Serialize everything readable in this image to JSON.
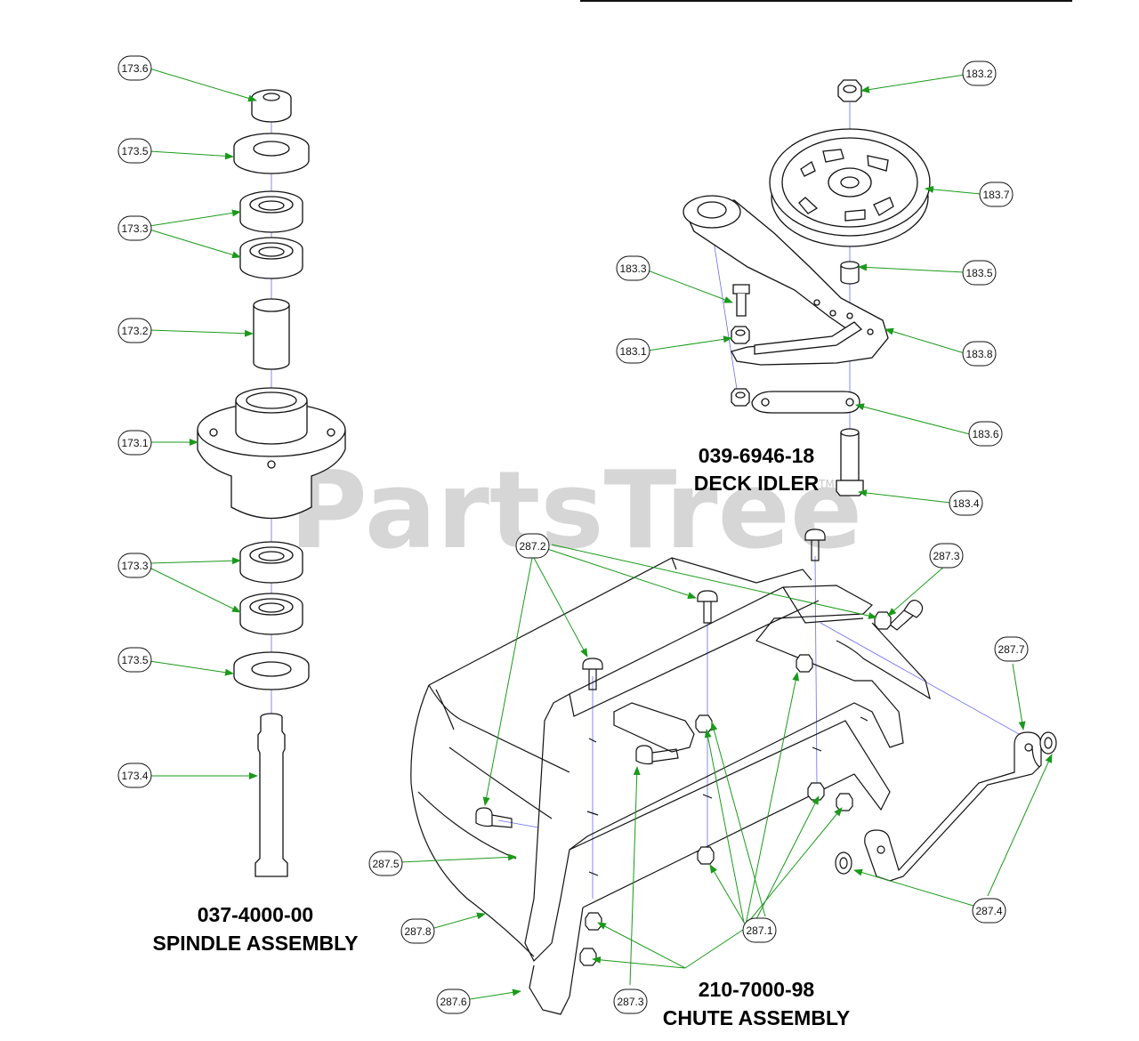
{
  "watermark": {
    "text": "PartsTree",
    "tm": "TM"
  },
  "assemblies": {
    "spindle": {
      "part_number": "037-4000-00",
      "name": "SPINDLE ASSEMBLY"
    },
    "idler": {
      "part_number": "039-6946-18",
      "name": "DECK IDLER"
    },
    "chute": {
      "part_number": "210-7000-98",
      "name": "CHUTE ASSEMBLY"
    }
  },
  "callouts": {
    "c173_6": "173.6",
    "c173_5a": "173.5",
    "c173_3a": "173.3",
    "c173_2": "173.2",
    "c173_1": "173.1",
    "c173_3b": "173.3",
    "c173_5b": "173.5",
    "c173_4": "173.4",
    "c183_2": "183.2",
    "c183_7": "183.7",
    "c183_3": "183.3",
    "c183_5": "183.5",
    "c183_1": "183.1",
    "c183_8": "183.8",
    "c183_6": "183.6",
    "c183_4": "183.4",
    "c287_2": "287.2",
    "c287_3a": "287.3",
    "c287_7": "287.7",
    "c287_5": "287.5",
    "c287_8": "287.8",
    "c287_1": "287.1",
    "c287_4": "287.4",
    "c287_6": "287.6",
    "c287_3b": "287.3"
  },
  "colors": {
    "leader": "#1a9a1a",
    "centerline": "#6a6af0",
    "outline": "#111111",
    "watermark": "#d6d6d6"
  }
}
